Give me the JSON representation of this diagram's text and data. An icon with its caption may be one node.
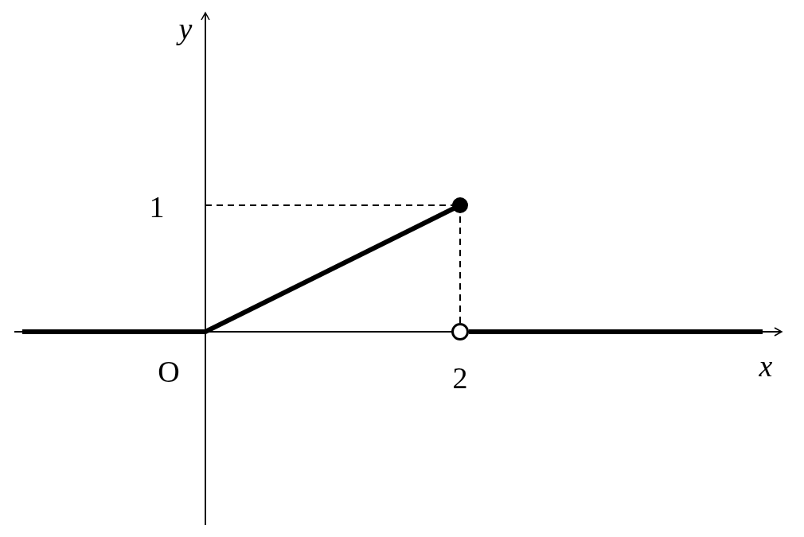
{
  "diagram": {
    "labels": [
      "y",
      "1",
      "O",
      "2",
      "x"
    ]
  }
}
